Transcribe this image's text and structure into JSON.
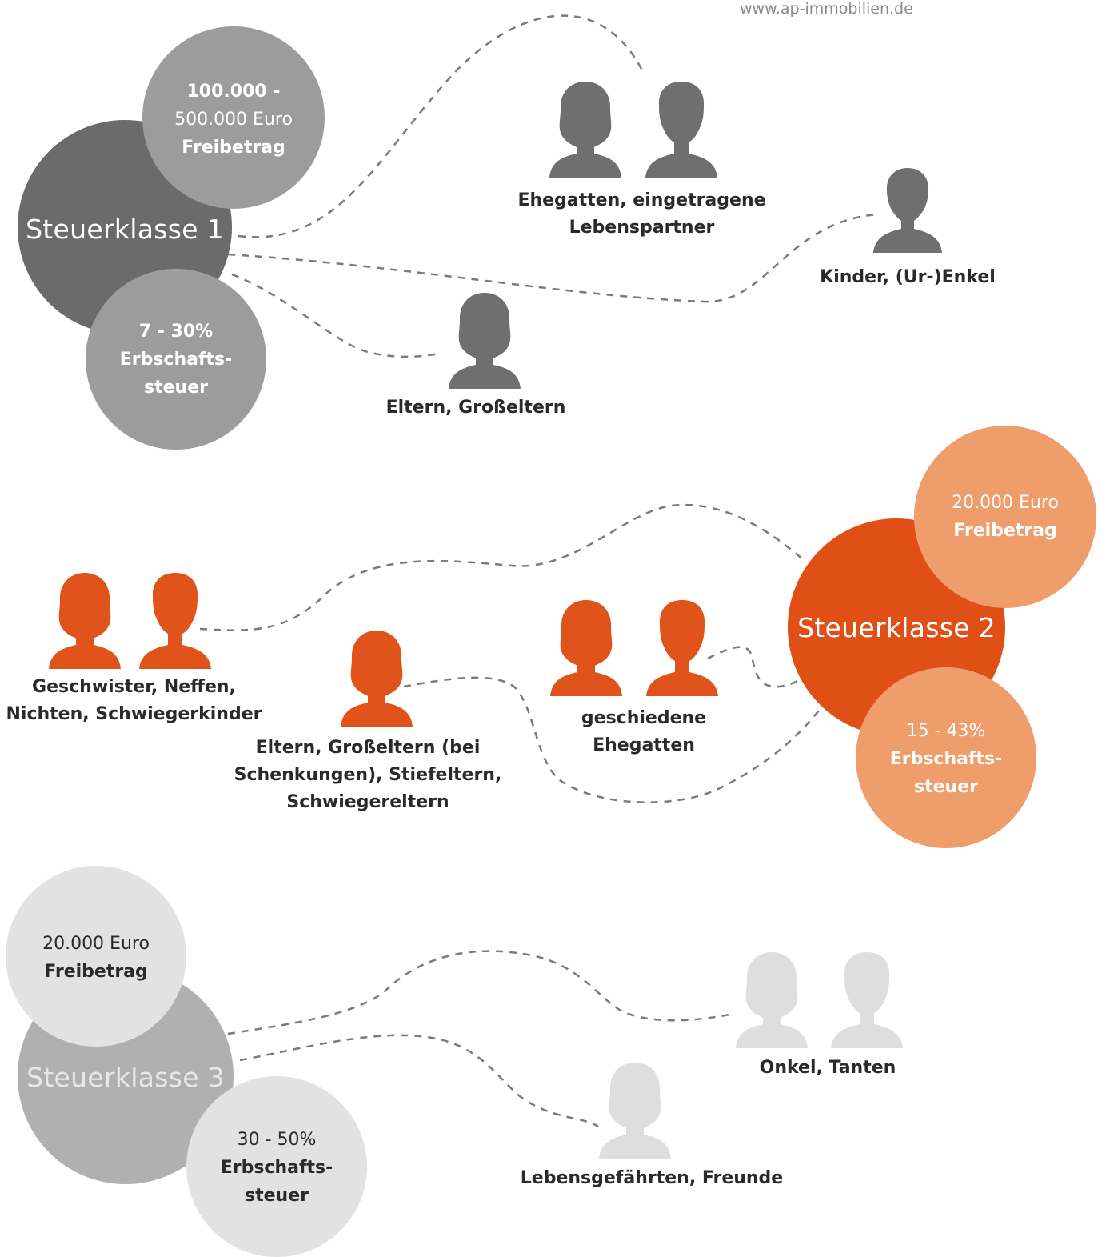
{
  "website": "www.ap-immobilien.de",
  "colors": {
    "class1_dark": "#6b6b6b",
    "class1_light": "#9c9c9c",
    "class1_person": "#6f6f6f",
    "class2_dark": "#df4f16",
    "class2_light": "#ef9d6b",
    "class2_person": "#e0531a",
    "class3_dark": "#b0b0b0",
    "class3_light": "#e2e2e2",
    "class3_person": "#dedede",
    "dash": "#7a7a7a",
    "label_text": "#2a2a2a"
  },
  "classes": [
    {
      "name": "Steuerklasse 1",
      "allowance": {
        "line1": "100.000 -",
        "line2": "500.000 Euro",
        "line3": "Freibetrag"
      },
      "tax": {
        "line1": "7 - 30%",
        "line2": "Erbschafts-",
        "line3": "steuer"
      },
      "groups": [
        {
          "label_lines": [
            "Ehegatten, eingetragene",
            "Lebenspartner"
          ],
          "icons": [
            "woman-icon",
            "man-icon"
          ]
        },
        {
          "label_lines": [
            "Kinder, (Ur-)Enkel"
          ],
          "icons": [
            "child-icon"
          ]
        },
        {
          "label_lines": [
            "Eltern, Großeltern"
          ],
          "icons": [
            "woman-icon"
          ]
        }
      ]
    },
    {
      "name": "Steuerklasse 2",
      "allowance": {
        "line1": "20.000 Euro",
        "line2": "Freibetrag"
      },
      "tax": {
        "line1": "15 - 43%",
        "line2": "Erbschafts-",
        "line3": "steuer"
      },
      "groups": [
        {
          "label_lines": [
            "Geschwister, Neffen,",
            "Nichten, Schwiegerkinder"
          ],
          "icons": [
            "woman-icon",
            "man-icon"
          ]
        },
        {
          "label_lines": [
            "Eltern, Großeltern (bei",
            "Schenkungen), Stiefeltern,",
            "Schwiegereltern"
          ],
          "icons": [
            "woman-icon"
          ]
        },
        {
          "label_lines": [
            "geschiedene",
            "Ehegatten"
          ],
          "icons": [
            "woman-icon",
            "man-icon"
          ]
        }
      ]
    },
    {
      "name": "Steuerklasse 3",
      "allowance": {
        "line1": "20.000 Euro",
        "line2": "Freibetrag"
      },
      "tax": {
        "line1": "30 - 50%",
        "line2": "Erbschafts-",
        "line3": "steuer"
      },
      "groups": [
        {
          "label_lines": [
            "Onkel, Tanten"
          ],
          "icons": [
            "woman-icon",
            "man-icon"
          ]
        },
        {
          "label_lines": [
            "Lebensgefährten, Freunde"
          ],
          "icons": [
            "woman-icon"
          ]
        }
      ]
    }
  ]
}
